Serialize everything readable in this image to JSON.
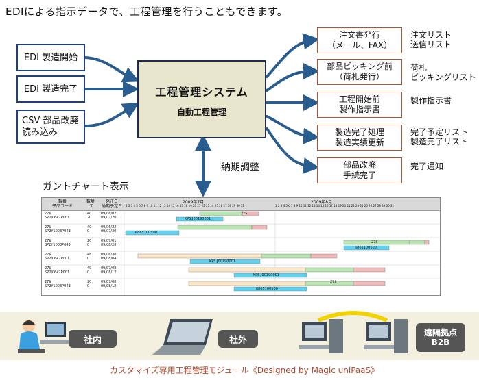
{
  "title": "EDIによる指示データで、工程管理を行うこともできます。",
  "inputs": [
    {
      "label": "EDI 製造開始"
    },
    {
      "label": "EDI 製造完了"
    },
    {
      "label": "CSV 部品改廃\n読み込み"
    }
  ],
  "center": {
    "title": "工程管理システム",
    "subtitle": "自動工程管理"
  },
  "outputs": [
    {
      "box": "注文書発行\n（メール、FAX）",
      "label": "注文リスト\n送信リスト"
    },
    {
      "box": "部品ピッキング前\n（荷札発行）",
      "label": "荷札\nピッキングリスト"
    },
    {
      "box": "工程開始前\n製作指示書",
      "label": "製作指示書"
    },
    {
      "box": "製造完了処理\n製造実績更新",
      "label": "完了予定リスト\n製造完了リスト"
    },
    {
      "box": "部品改廃\n手続完了",
      "label": "完了通知"
    }
  ],
  "schedule_label": "納期調整",
  "gantt": {
    "title": "ガントチャート表示",
    "header": {
      "col1": "製番\n子品コード",
      "col2": "数量\nLT",
      "col3": "発注日\n納期予定日"
    },
    "months": [
      "2009年7月",
      "2009年8月"
    ],
    "days_label": "1 2 3 4 5 6 7 8 9 10 11 12 13 14 15 16 17 18 19 20 21 22 23 24 25 26 27 28 29 30 31",
    "rows": [
      {
        "a": "27$",
        "b": "SP2J0647P001",
        "c": "40\n20",
        "d": "09/06/02\n09/07/20"
      },
      {
        "a": "27$",
        "b": "SP2Y1003P043",
        "c": "40\n0",
        "d": "09/06/22\n09/07/20"
      },
      {
        "a": "27$",
        "b": "SP2Y1003P043",
        "c": "20\n0",
        "d": "09/07/01\n09/08/28"
      },
      {
        "a": "27$",
        "b": "SP2J0647P001",
        "c": "48\n0",
        "d": "09/06/30\n09/08/04"
      },
      {
        "a": "27$",
        "b": "SP2J0647P001",
        "c": "40\n0",
        "d": "09/07/08\n09/08/12"
      },
      {
        "a": "27$",
        "b": "SP2Y1003P043",
        "c": "20\n0",
        "d": "09/07/08\n09/08/12"
      }
    ],
    "bar_texts": [
      "27$",
      "KPS.J00190001",
      "6865100500",
      "27$",
      "6865100500",
      "KPS.J00190001",
      "KPS.J00190001",
      "27$",
      "6865100500"
    ]
  },
  "bottom": {
    "internal": "社内",
    "external": "社外",
    "remote": "遠隔拠点\nB2B"
  },
  "footer": "カスタマイズ専用工程管理モジュール《Designed by Magic uniPaaS》"
}
